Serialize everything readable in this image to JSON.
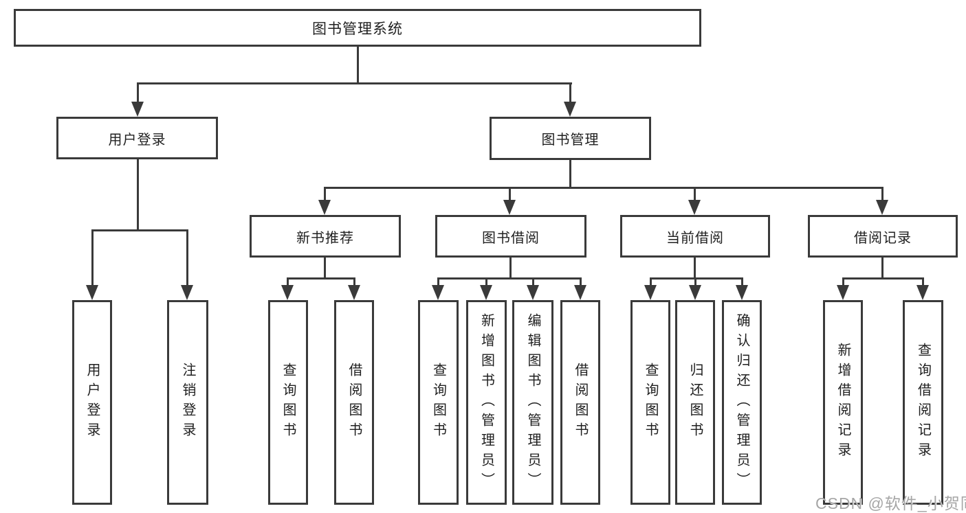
{
  "nodes": {
    "root": "图书管理系统",
    "level2": [
      "用户登录",
      "图书管理"
    ],
    "level3": [
      "新书推荐",
      "图书借阅",
      "当前借阅",
      "借阅记录"
    ],
    "leaves_login": [
      "用户登录",
      "注销登录"
    ],
    "leaves_recommend": [
      "查询图书",
      "借阅图书"
    ],
    "leaves_borrow": [
      "查询图书",
      "新增图书（管理员）",
      "编辑图书（管理员）",
      "借阅图书"
    ],
    "leaves_current": [
      "查询图书",
      "归还图书",
      "确认归还（管理员）"
    ],
    "leaves_records": [
      "新增借阅记录",
      "查询借阅记录"
    ]
  },
  "watermark": "CSDN @软件_小贺同学",
  "colors": {
    "line": "#3a3a3a",
    "text": "#1f1f1f",
    "watermark": "#a6a6a6"
  }
}
